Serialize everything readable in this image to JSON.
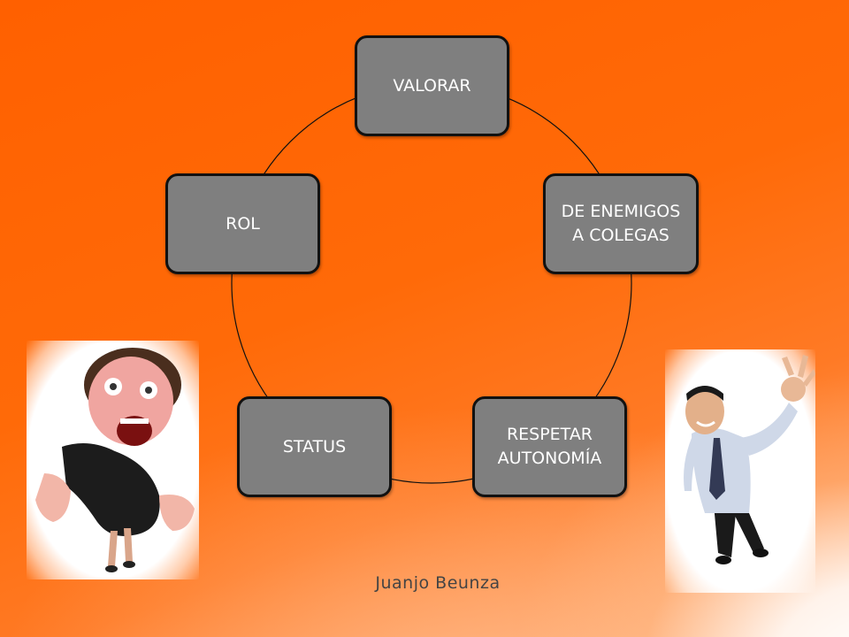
{
  "diagram": {
    "nodes": [
      {
        "label": "VALORAR"
      },
      {
        "label": "DE ENEMIGOS\nA COLEGAS"
      },
      {
        "label": "RESPETAR\nAUTONOMÍA"
      },
      {
        "label": "STATUS"
      },
      {
        "label": "ROL"
      }
    ],
    "node_fill": "#7f7f7f",
    "node_border": "#111111",
    "text_color": "#ffffff"
  },
  "photos": {
    "left": {
      "icon": "angry-screaming-woman-photo"
    },
    "right": {
      "icon": "smiling-man-ok-gesture-photo"
    }
  },
  "footer": {
    "author": "Juanjo Beunza"
  },
  "colors": {
    "background": "#ff6600",
    "background_highlight": "#ffffff"
  }
}
